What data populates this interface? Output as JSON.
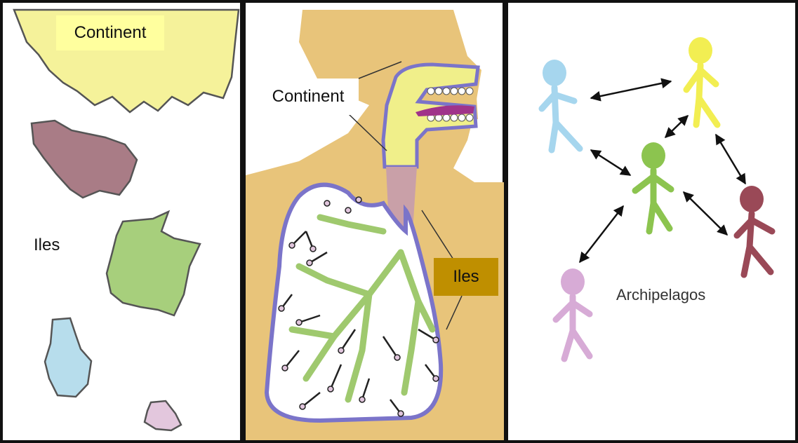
{
  "labels": {
    "continent_left": "Continent",
    "iles_left": "Iles",
    "continent_middle": "Continent",
    "iles_middle": "Iles",
    "archipelagos": "Archipelagos"
  },
  "colors": {
    "border": "#111111",
    "continent_yellow": "#f5f29a",
    "island_mauve": "#a97c86",
    "island_green": "#a7cf7c",
    "island_blue": "#b7ddec",
    "island_pink": "#e3c7dd",
    "skin": "#e8c47a",
    "airway_outline": "#7b74c9",
    "bronchi_green": "#9fc96e",
    "label_highlight_yellow": "#ffff9e",
    "label_highlight_brown": "#bf8f00",
    "person_blue": "#a6d6ee",
    "person_yellow": "#f2ee52",
    "person_green": "#8cc44f",
    "person_maroon": "#9a4957",
    "person_pink": "#d7abd6"
  }
}
